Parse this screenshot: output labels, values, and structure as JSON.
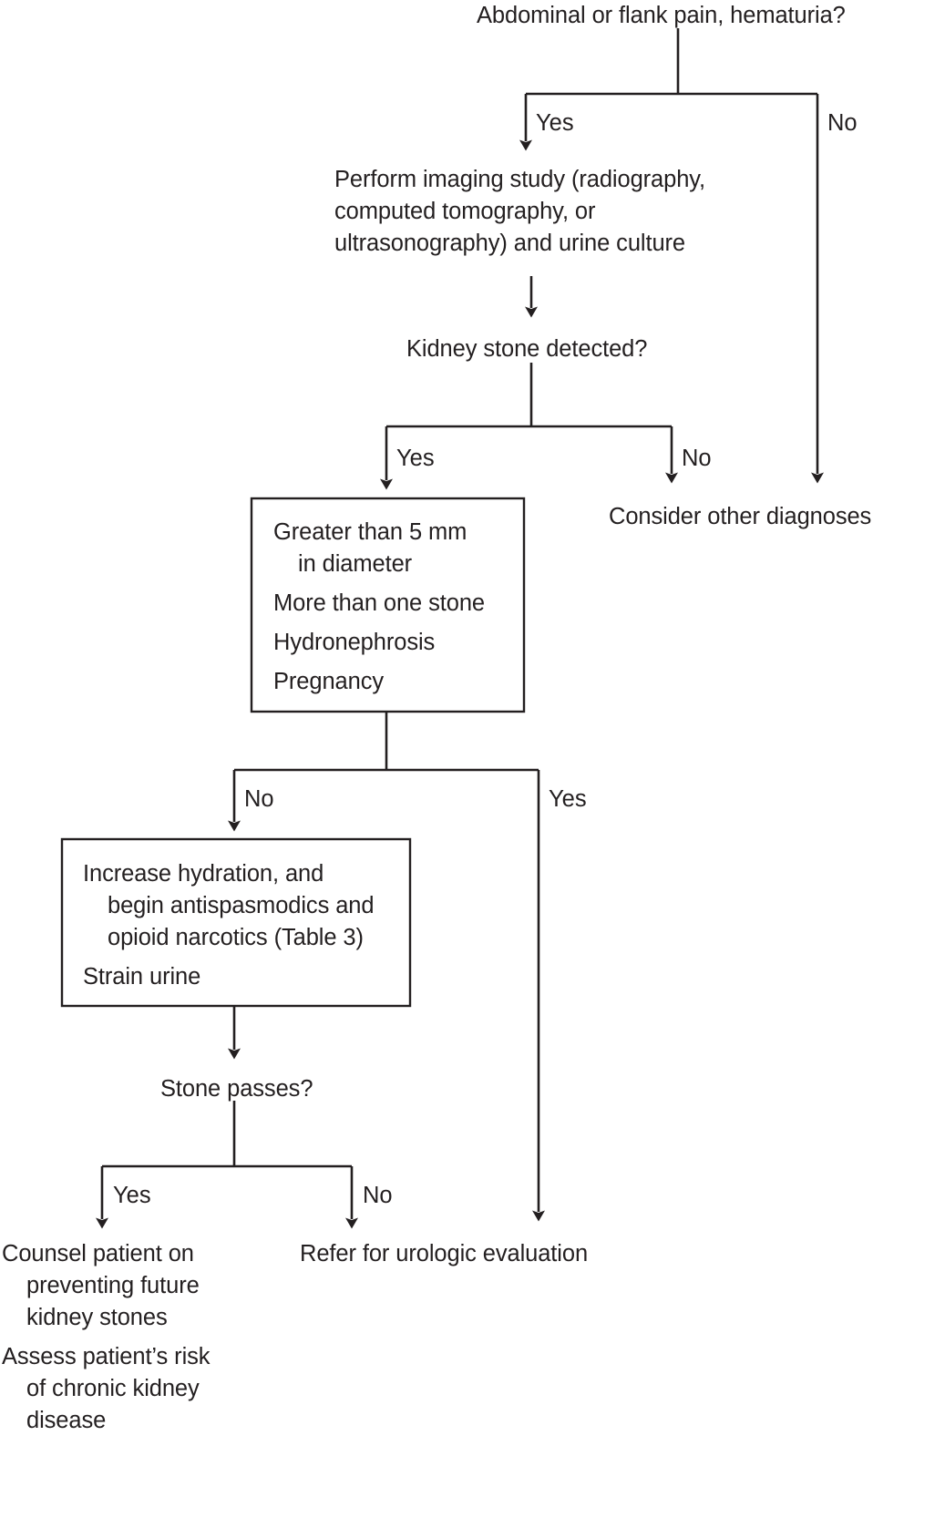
{
  "chart_data": {
    "type": "flowchart",
    "title": "Abdominal or flank pain, hematuria?",
    "orientation": "top-to-bottom",
    "nodes": [
      {
        "id": "n1",
        "kind": "decision-text",
        "text": "Abdominal or flank pain, hematuria?"
      },
      {
        "id": "n2",
        "kind": "process-text",
        "lines": [
          "Perform imaging study (radiography,",
          "computed tomography, or",
          "ultrasonography) and urine culture"
        ]
      },
      {
        "id": "n3",
        "kind": "decision-text",
        "text": "Kidney stone detected?"
      },
      {
        "id": "n4",
        "kind": "box",
        "lines": [
          "Greater than 5 mm",
          "in diameter",
          "More than one stone",
          "Hydronephrosis",
          "Pregnancy"
        ]
      },
      {
        "id": "n5",
        "kind": "terminal-text",
        "text": "Consider other diagnoses"
      },
      {
        "id": "n6",
        "kind": "box",
        "lines": [
          "Increase hydration, and",
          "begin antispasmodics and",
          "opioid narcotics (Table 3)",
          "Strain urine"
        ]
      },
      {
        "id": "n7",
        "kind": "decision-text",
        "text": "Stone passes?"
      },
      {
        "id": "n8",
        "kind": "terminal-text",
        "lines": [
          "Counsel patient on",
          "preventing future",
          "kidney stones",
          "Assess patient’s risk",
          "of chronic kidney",
          "disease"
        ]
      },
      {
        "id": "n9",
        "kind": "terminal-text",
        "text": "Refer for urologic evaluation"
      }
    ],
    "edges": [
      {
        "from": "n1",
        "to": "n2",
        "label": "Yes"
      },
      {
        "from": "n1",
        "to": "n5",
        "label": "No"
      },
      {
        "from": "n2",
        "to": "n3",
        "label": ""
      },
      {
        "from": "n3",
        "to": "n4",
        "label": "Yes"
      },
      {
        "from": "n3",
        "to": "n5",
        "label": "No"
      },
      {
        "from": "n4",
        "to": "n6",
        "label": "No"
      },
      {
        "from": "n4",
        "to": "n9",
        "label": "Yes"
      },
      {
        "from": "n6",
        "to": "n7",
        "label": ""
      },
      {
        "from": "n7",
        "to": "n8",
        "label": "Yes"
      },
      {
        "from": "n7",
        "to": "n9",
        "label": "No"
      }
    ]
  },
  "flow": {
    "title": "Abdominal or flank pain, hematuria?",
    "imaging": {
      "line1": "Perform imaging study (radiography,",
      "line2": "computed tomography, or",
      "line3": "ultrasonography) and urine culture"
    },
    "stone_detected": "Kidney stone detected?",
    "criteria_box": {
      "item1_line1": "Greater than 5 mm",
      "item1_line2": "in diameter",
      "item2": "More than one stone",
      "item3": "Hydronephrosis",
      "item4": "Pregnancy"
    },
    "consider_other": "Consider other diagnoses",
    "treatment_box": {
      "item1_line1": "Increase hydration, and",
      "item1_line2": "begin antispasmodics and",
      "item1_line3": "opioid narcotics (Table 3)",
      "item2": "Strain urine"
    },
    "stone_passes": "Stone passes?",
    "counsel": {
      "line1": "Counsel patient on",
      "line2": "preventing future",
      "line3": "kidney stones",
      "line4": "Assess patient’s risk",
      "line5": "of chronic kidney",
      "line6": "disease"
    },
    "refer": "Refer for urologic evaluation",
    "labels": {
      "yes1": "Yes",
      "no1": "No",
      "yes2": "Yes",
      "no2": "No",
      "no3": "No",
      "yes3": "Yes",
      "yes4": "Yes",
      "no4": "No"
    },
    "colors": {
      "ink": "#231f20",
      "background": "#ffffff"
    }
  }
}
